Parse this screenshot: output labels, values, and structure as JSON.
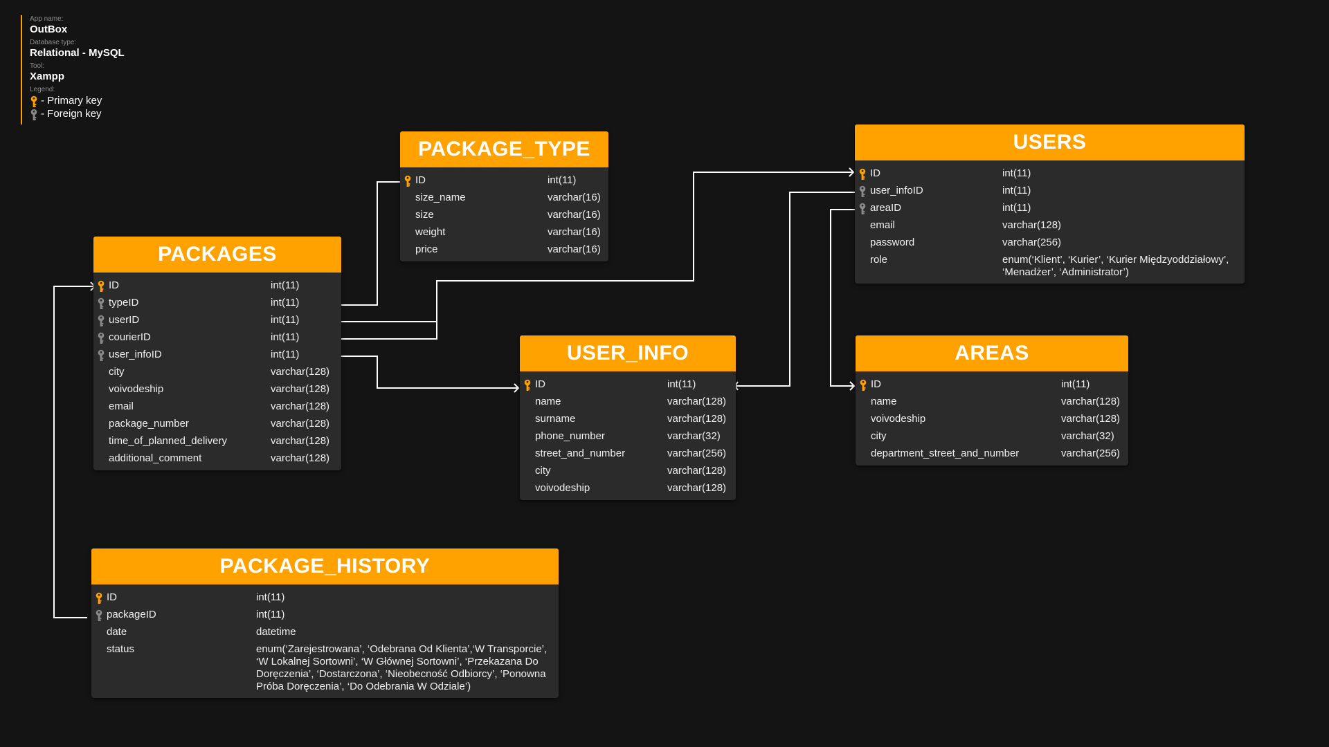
{
  "info": {
    "app_name_label": "App name:",
    "app_name": "OutBox",
    "db_type_label": "Database type:",
    "db_type": "Relational - MySQL",
    "tool_label": "Tool:",
    "tool": "Xampp",
    "legend_label": "Legend:",
    "legend": [
      {
        "icon": "primary-key-icon",
        "text": "- Primary key"
      },
      {
        "icon": "foreign-key-icon",
        "text": "- Foreign key"
      }
    ]
  },
  "colors": {
    "background": "#141414",
    "header": "#ffa200",
    "table_body": "#2b2b2b",
    "primary_key": "#ffa200",
    "foreign_key": "#8a8a8a",
    "connector": "#ffffff"
  },
  "tables": {
    "package_type": {
      "title": "PACKAGE_TYPE",
      "columns": [
        {
          "key": "pk",
          "name": "ID",
          "type": "int(11)"
        },
        {
          "key": "",
          "name": "size_name",
          "type": "varchar(16)"
        },
        {
          "key": "",
          "name": "size",
          "type": "varchar(16)"
        },
        {
          "key": "",
          "name": "weight",
          "type": "varchar(16)"
        },
        {
          "key": "",
          "name": "price",
          "type": "varchar(16)"
        }
      ]
    },
    "users": {
      "title": "USERS",
      "columns": [
        {
          "key": "pk",
          "name": "ID",
          "type": "int(11)"
        },
        {
          "key": "fk",
          "name": "user_infoID",
          "type": "int(11)"
        },
        {
          "key": "fk",
          "name": "areaID",
          "type": "int(11)"
        },
        {
          "key": "",
          "name": "email",
          "type": "varchar(128)"
        },
        {
          "key": "",
          "name": "password",
          "type": "varchar(256)"
        },
        {
          "key": "",
          "name": "role",
          "type": "enum(‘Klient’, ‘Kurier’, ‘Kurier Międzyoddziałowy’, ‘Menadżer’, ‘Administrator’)"
        }
      ]
    },
    "packages": {
      "title": "PACKAGES",
      "columns": [
        {
          "key": "pk",
          "name": "ID",
          "type": "int(11)"
        },
        {
          "key": "fk",
          "name": "typeID",
          "type": "int(11)"
        },
        {
          "key": "fk",
          "name": "userID",
          "type": "int(11)"
        },
        {
          "key": "fk",
          "name": "courierID",
          "type": "int(11)"
        },
        {
          "key": "fk",
          "name": "user_infoID",
          "type": "int(11)"
        },
        {
          "key": "",
          "name": "city",
          "type": "varchar(128)"
        },
        {
          "key": "",
          "name": "voivodeship",
          "type": "varchar(128)"
        },
        {
          "key": "",
          "name": "email",
          "type": "varchar(128)"
        },
        {
          "key": "",
          "name": "package_number",
          "type": "varchar(128)"
        },
        {
          "key": "",
          "name": "time_of_planned_delivery",
          "type": "varchar(128)"
        },
        {
          "key": "",
          "name": "additional_comment",
          "type": "varchar(128)"
        }
      ]
    },
    "user_info": {
      "title": "USER_INFO",
      "columns": [
        {
          "key": "pk",
          "name": "ID",
          "type": "int(11)"
        },
        {
          "key": "",
          "name": "name",
          "type": "varchar(128)"
        },
        {
          "key": "",
          "name": "surname",
          "type": "varchar(128)"
        },
        {
          "key": "",
          "name": "phone_number",
          "type": "varchar(32)"
        },
        {
          "key": "",
          "name": "street_and_number",
          "type": "varchar(256)"
        },
        {
          "key": "",
          "name": "city",
          "type": "varchar(128)"
        },
        {
          "key": "",
          "name": "voivodeship",
          "type": "varchar(128)"
        }
      ]
    },
    "areas": {
      "title": "AREAS",
      "columns": [
        {
          "key": "pk",
          "name": "ID",
          "type": "int(11)"
        },
        {
          "key": "",
          "name": "name",
          "type": "varchar(128)"
        },
        {
          "key": "",
          "name": "voivodeship",
          "type": "varchar(128)"
        },
        {
          "key": "",
          "name": "city",
          "type": "varchar(32)"
        },
        {
          "key": "",
          "name": "department_street_and_number",
          "type": "varchar(256)"
        }
      ]
    },
    "package_history": {
      "title": "PACKAGE_HISTORY",
      "columns": [
        {
          "key": "pk",
          "name": "ID",
          "type": "int(11)"
        },
        {
          "key": "fk",
          "name": "packageID",
          "type": "int(11)"
        },
        {
          "key": "",
          "name": "date",
          "type": "datetime"
        },
        {
          "key": "",
          "name": "status",
          "type": "enum(‘Zarejestrowana’, ‘Odebrana Od Klienta’,‘W Transporcie’, ‘W Lokalnej Sortowni’, ‘W Głównej Sortowni’, ‘Przekazana Do Doręczenia’, ‘Dostarczona’, ‘Nieobecność Odbiorcy’, ‘Ponowna Próba Doręczenia’, ‘Do Odebrania W Odziale’)"
        }
      ]
    }
  },
  "relationships": [
    {
      "from": "packages.typeID",
      "to": "package_type.ID"
    },
    {
      "from": "packages.userID",
      "to": "users.ID"
    },
    {
      "from": "packages.courierID",
      "to": "users.ID"
    },
    {
      "from": "packages.user_infoID",
      "to": "user_info.ID"
    },
    {
      "from": "users.user_infoID",
      "to": "user_info.ID"
    },
    {
      "from": "users.areaID",
      "to": "areas.ID"
    },
    {
      "from": "package_history.packageID",
      "to": "packages.ID"
    }
  ]
}
